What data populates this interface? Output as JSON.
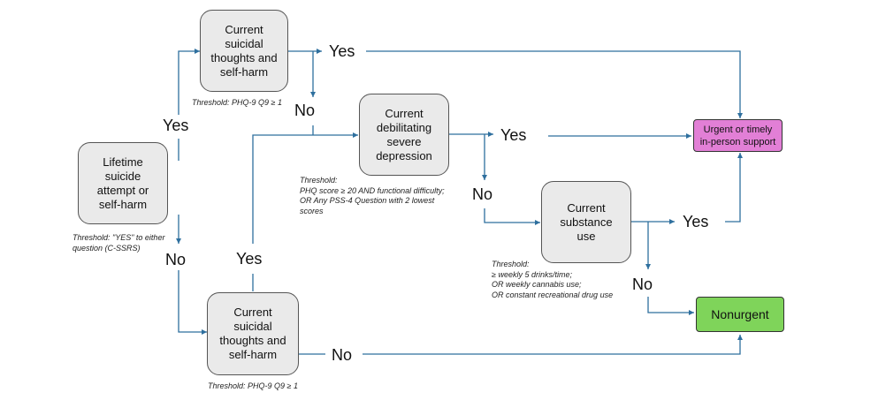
{
  "nodes": {
    "lifetime": "Lifetime\nsuicide\nattempt or\nself-harm",
    "suicidal_top": "Current\nsuicidal\nthoughts and\nself-harm",
    "suicidal_bottom": "Current\nsuicidal\nthoughts and\nself-harm",
    "depression": "Current\ndebilitating\nsevere\ndepression",
    "substance": "Current\nsubstance\nuse",
    "urgent": "Urgent or timely\nin-person support",
    "nonurgent": "Nonurgent"
  },
  "labels": {
    "yes_lifetime": "Yes",
    "no_lifetime": "No",
    "yes_top": "Yes",
    "no_top": "No",
    "yes_depression": "Yes",
    "no_depression": "No",
    "yes_substance": "Yes",
    "no_substance": "No",
    "yes_bottom": "Yes",
    "no_bottom": "No"
  },
  "thresholds": {
    "lifetime": "Threshold: \"YES\" to either\nquestion (C-SSRS)",
    "suicidal_top": "Threshold:  PHQ-9 Q9 ≥ 1",
    "suicidal_bottom": "Threshold:  PHQ-9 Q9 ≥ 1",
    "depression": "Threshold:\nPHQ score ≥ 20 AND functional difficulty;\nOR Any PSS-4 Question with 2 lowest\nscores",
    "substance": "Threshold:\n≥ weekly 5 drinks/time;\nOR  weekly cannabis use;\nOR  constant recreational drug use"
  },
  "colors": {
    "line": "#2e6f9e",
    "node_fill": "#eaeaea",
    "urgent_fill": "#e27fd6",
    "nonurgent_fill": "#7fd45a"
  }
}
